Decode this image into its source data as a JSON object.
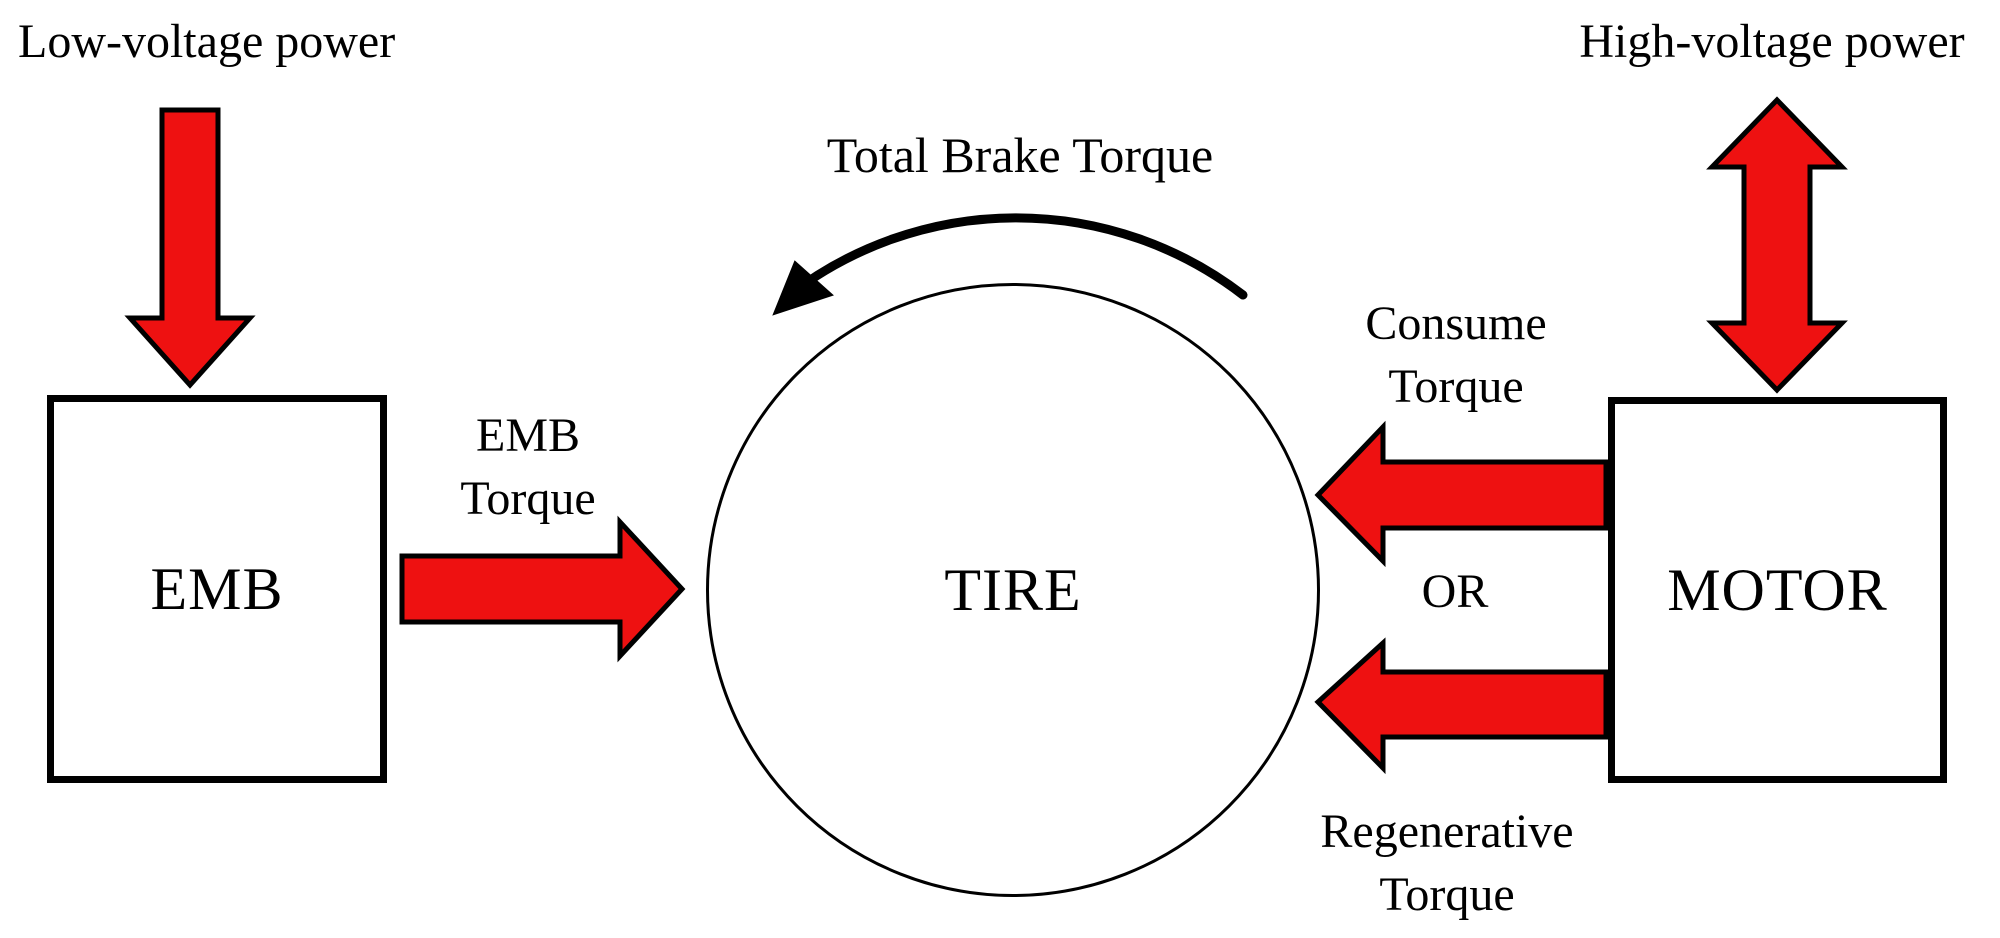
{
  "labels": {
    "low_voltage_power": "Low-voltage power",
    "high_voltage_power": "High-voltage power",
    "total_brake_torque": "Total Brake Torque",
    "emb_torque": {
      "line1": "EMB",
      "line2": "Torque"
    },
    "consume_torque": {
      "line1": "Consume",
      "line2": "Torque"
    },
    "or": "OR",
    "regenerative_torque": {
      "line1": "Regenerative",
      "line2": "Torque"
    }
  },
  "nodes": {
    "emb": "EMB",
    "tire": "TIRE",
    "motor": "MOTOR"
  },
  "colors": {
    "arrow_fill": "#ee1111",
    "line": "#000000",
    "background": "#ffffff"
  }
}
